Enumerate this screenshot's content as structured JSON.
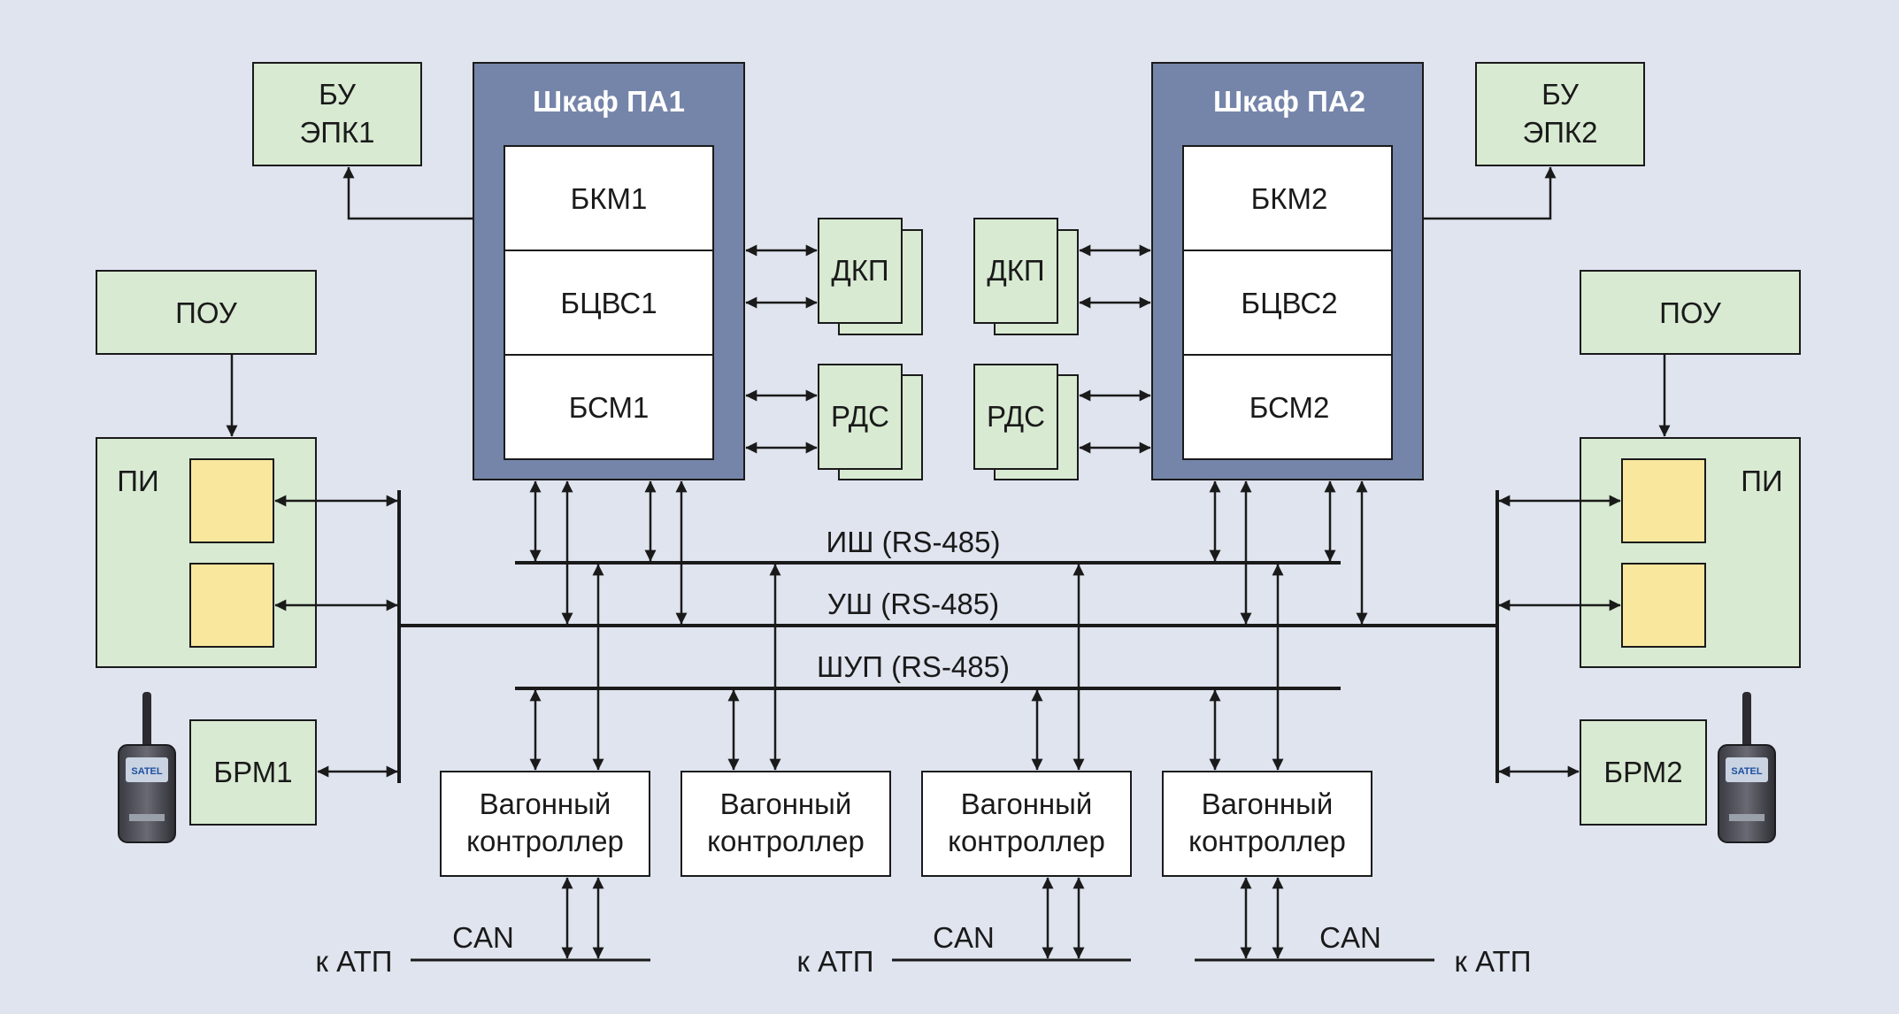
{
  "cabinets": {
    "pa1": {
      "title": "Шкаф ПА1",
      "modules": [
        "БКМ1",
        "БЦВС1",
        "БСМ1"
      ]
    },
    "pa2": {
      "title": "Шкаф ПА2",
      "modules": [
        "БКМ2",
        "БЦВС2",
        "БСМ2"
      ]
    }
  },
  "bu_epk1": {
    "line1": "БУ",
    "line2": "ЭПК1"
  },
  "bu_epk2": {
    "line1": "БУ",
    "line2": "ЭПК2"
  },
  "pou": "ПОУ",
  "pi": "ПИ",
  "dkp": "ДКП",
  "rds": "РДС",
  "brm1": "БРМ1",
  "brm2": "БРМ2",
  "radio_brand": "SATEL",
  "buses": {
    "ish": "ИШ (RS-485)",
    "ush": "УШ (RS-485)",
    "shup": "ШУП (RS-485)"
  },
  "controller": {
    "line1": "Вагонный",
    "line2": "контроллер"
  },
  "can": "CAN",
  "k_atp": "к АТП",
  "colors": {
    "background": "#dfe4ef",
    "green_block": "#d8ead2",
    "cabinet": "#7585a9",
    "yellow": "#f9e79e",
    "line": "#1a1a1a"
  }
}
